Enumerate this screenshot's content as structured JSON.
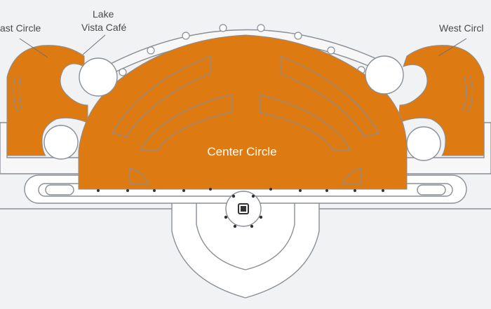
{
  "labels": {
    "east_circle": "ast Circle",
    "lake_vista_line1": "Lake",
    "lake_vista_line2": "Vista Café",
    "west_circle": "West Circl",
    "center_circle": "Center Circle"
  },
  "colors": {
    "background": "#f1f2f4",
    "room_fill": "#dd7a12",
    "outline": "#8a8f96",
    "floor": "#ffffff",
    "label_text": "#4a4a4a",
    "center_label_text": "#ffffff"
  },
  "icons": {
    "elevator": "elevator-icon"
  }
}
